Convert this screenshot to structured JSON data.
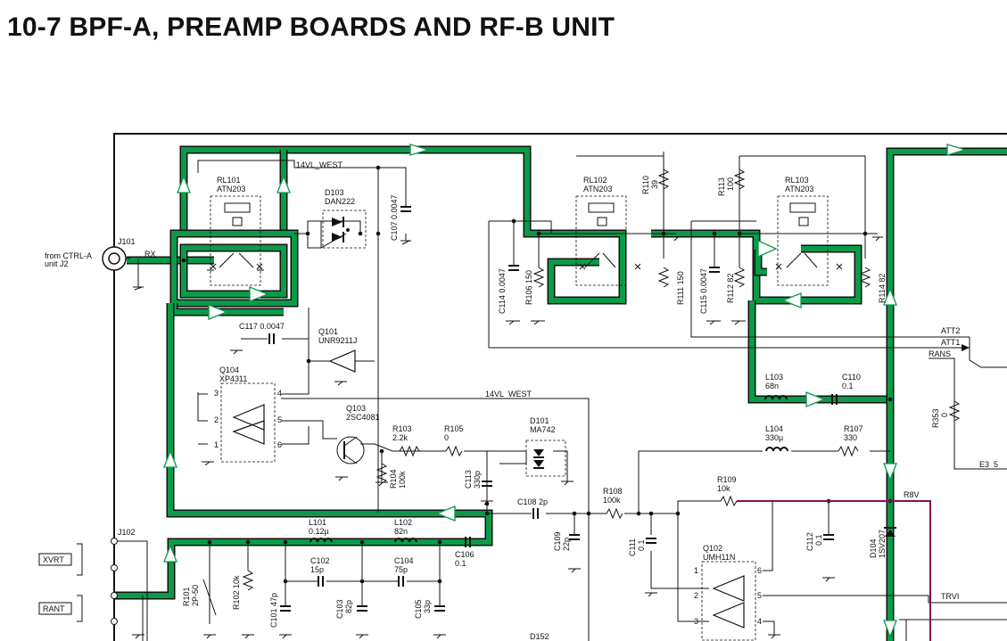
{
  "title": "10-7 BPF-A, PREAMP BOARDS AND RF-B UNIT",
  "connectors": {
    "j101": "J101",
    "rx": "RX",
    "from_ctrl_line1": "from CTRL-A",
    "from_ctrl_line2": "unit J2",
    "j102": "J102",
    "xvrt": "XVRT",
    "rant": "RANT"
  },
  "nets": {
    "vl_west_top": "14VL_WEST",
    "vl_west_mid": "14VL_WEST",
    "att2": "ATT2",
    "att1": "ATT1",
    "rans": "RANS",
    "e3_5": "E3_5",
    "r8v": "R8V",
    "trvi": "TRVI"
  },
  "relays": [
    {
      "ref": "RL101",
      "part": "ATN203"
    },
    {
      "ref": "RL102",
      "part": "ATN203"
    },
    {
      "ref": "RL103",
      "part": "ATN203"
    }
  ],
  "semis": {
    "d103_ref": "D103",
    "d103_part": "DAN222",
    "q101_ref": "Q101",
    "q101_part": "UNR9211J",
    "q104_ref": "Q104",
    "q104_part": "XP4311",
    "q103_ref": "Q103",
    "q103_part": "2SC4081",
    "d101_ref": "D101",
    "d101_part": "MA742",
    "q102_ref": "Q102",
    "q102_part": "UMH11N",
    "d104_ref": "D104",
    "d104_part": "1SV207",
    "d152_ref": "D152"
  },
  "passives": {
    "c107": "C107 0.0047",
    "c117": "C117 0.0047",
    "r110": "R110",
    "r110_v": "39",
    "r113": "R113",
    "r113_v": "100",
    "c114": "C114 0.0047",
    "r106": "R106 150",
    "r111": "R111 150",
    "c115": "C115 0.0047",
    "r112": "R112 82",
    "r114": "R114 82",
    "l103": "L103",
    "l103_v": "68n",
    "c110": "C110",
    "c110_v": "0.1",
    "l104": "L104",
    "l104_v": "330µ",
    "r107": "R107",
    "r107_v": "330",
    "r353": "R353",
    "r353_v": "0",
    "r103": "R103",
    "r103_v": "2.2k",
    "r105": "R105",
    "r105_v": "0",
    "r104": "R104",
    "r104_v": "100k",
    "c113": "C113",
    "c113_v": "330p",
    "c108": "C108 2p",
    "r108": "R108",
    "r108_v": "100k",
    "r109": "R109",
    "r109_v": "10k",
    "c109": "C109",
    "c109_v": "22p",
    "c111": "C111",
    "c111_v": "0.1",
    "c112": "C112",
    "c112_v": "0.1",
    "l101": "L101",
    "l101_v": "0.12µ",
    "l102": "L102",
    "l102_v": "82n",
    "c102": "C102",
    "c102_v": "15p",
    "c104": "C104",
    "c104_v": "75p",
    "c106": "C106",
    "c106_v": "0.1",
    "r101": "R101",
    "r101_v": "2P-50",
    "r102": "R102 10k",
    "c101": "C101 47p",
    "c103": "C103",
    "c103_v": "82p",
    "c105": "C105",
    "c105_v": "33p"
  },
  "pins": {
    "q104_p1": "1",
    "q104_p2": "2",
    "q104_p3": "3",
    "q104_p4": "4",
    "q104_p5": "5",
    "q104_p6": "6",
    "q102_p1": "1",
    "q102_p2": "2",
    "q102_p3": "3",
    "q102_p4": "4",
    "q102_p5": "5",
    "q102_p6": "6"
  },
  "colors": {
    "signal_path": "#0a9a48",
    "r8v_line": "#8a1050"
  }
}
